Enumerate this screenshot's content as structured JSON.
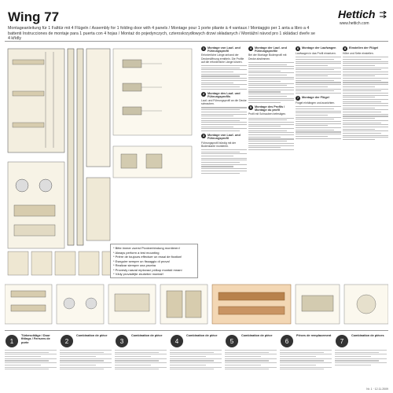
{
  "header": {
    "title": "Wing 77",
    "subtitle": "Montageanleitung für 1 Falttür mit 4 Flügeln / Assembly for 1 folding door with 4 panels / Montage pour 1 porte pliante à 4 vantaux / Montaggio per 1 anta a libro a 4 battenti Instrucciones de montaje para 1 puerta con 4 hojas / Montaż do pojedynczych, czteroskrzydłowych drzwi składanych / Montážní návod pro 1 skládací dveře se 4 křídly",
    "logo_name": "Hettich",
    "logo_url": "www.hettich.com"
  },
  "notes": [
    "* Bitte immer zuerst Pivotverbindung montieren!",
    "* Always perform a test mounting",
    "* Prière de toujours effectuer un essai de fixation!",
    "* Eseguire sempre un fissaggio di prova!",
    "* Realizar siempre una prueba",
    "* Provesty nasval mptovací pólkop montáž mnaní",
    "* Vždy provádějte zkušební montáž!"
  ],
  "sections": [
    {
      "num": "1",
      "title": "Montage von Lauf- und Führungsprofil",
      "body": "Erforderliche Länge anhand der Deckenöffnung ermitteln. Die Profile auf die erforderliche Länge kürzen.",
      "col": 1
    },
    {
      "num": "2",
      "title": "Montage des Lauf- und Führungsprofils",
      "body": "Lauf- und Führungsprofil an die Decke schrauben.",
      "col": 1
    },
    {
      "num": "3",
      "title": "Montage von Lauf- und Führungsprofil",
      "body": "Führungsprofil bündig mit der Bodenkante montieren.",
      "col": 1
    },
    {
      "num": "4",
      "title": "Montage der Lauf- und Führungsprofile",
      "body": "Bei der Montage Bodenprofil mit Decke abstimmen.",
      "col": 2
    },
    {
      "num": "5",
      "title": "Montage des Profils / Montage du profil",
      "body": "Profil mit Schrauben befestigen.",
      "col": 2
    },
    {
      "num": "6",
      "title": "Montage der Laufwagen",
      "body": "Laufwagen in das Profil einsetzen.",
      "col": 3
    },
    {
      "num": "7",
      "title": "Montage der Flügel",
      "body": "Flügel einhängen und ausrichten.",
      "col": 3
    },
    {
      "num": "8",
      "title": "Einstellen der Flügel",
      "body": "Höhe und Seite einstellen.",
      "col": 4
    }
  ],
  "bottom": [
    {
      "num": "1",
      "title": "Türbeschläge / Door fittings / Ferrures de porte"
    },
    {
      "num": "2",
      "title": "Combination de pièce"
    },
    {
      "num": "3",
      "title": "Combination de pièce"
    },
    {
      "num": "4",
      "title": "Combination de pièce"
    },
    {
      "num": "5",
      "title": "Combination de pièce"
    },
    {
      "num": "6",
      "title": "Pièces de remplacement"
    },
    {
      "num": "7",
      "title": "Combination de pièces"
    }
  ],
  "page_number": "Nr. 1 · 12.11.2009"
}
